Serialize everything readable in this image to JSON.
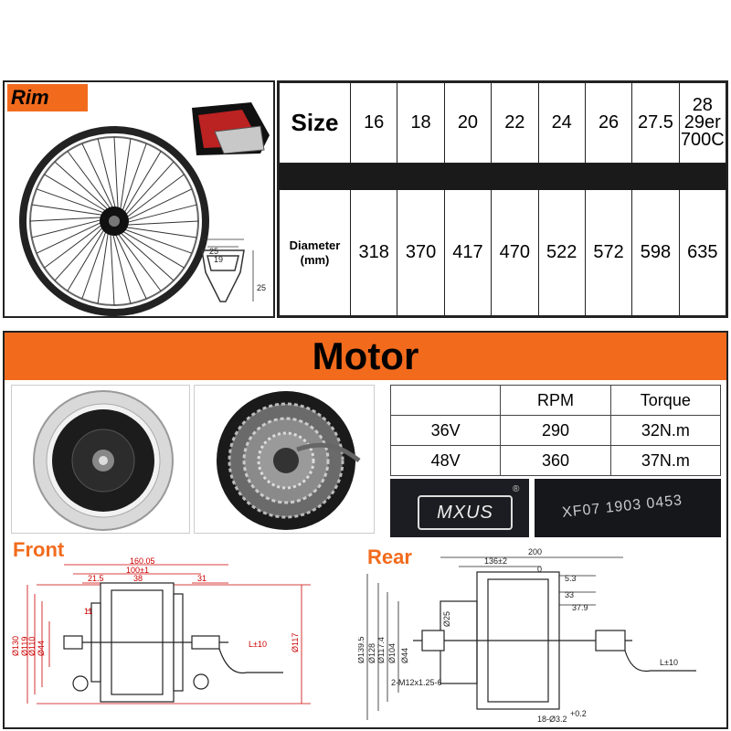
{
  "rim": {
    "label": "Rim",
    "profile_width_outer": "25",
    "profile_width_inner": "19",
    "profile_height": "25"
  },
  "size_table": {
    "size_label": "Size",
    "diameter_label_1": "Diameter",
    "diameter_label_2": "(mm)",
    "sizes": [
      "16",
      "18",
      "20",
      "22",
      "24",
      "26",
      "27.5"
    ],
    "last_size_lines": [
      "28",
      "29er",
      "700C"
    ],
    "diameters": [
      "318",
      "370",
      "417",
      "470",
      "522",
      "572",
      "598",
      "635"
    ]
  },
  "motor": {
    "title": "Motor",
    "headers": [
      "",
      "RPM",
      "Torque"
    ],
    "rows": [
      {
        "voltage": "36V",
        "rpm": "290",
        "torque": "32N.m"
      },
      {
        "voltage": "48V",
        "rpm": "360",
        "torque": "37N.m"
      }
    ],
    "brand": "MXUS",
    "brand_mark": "®",
    "serial": "XF07 1903 0453"
  },
  "front_drawing": {
    "title": "Front",
    "dims_top": [
      "160.05",
      "100±1",
      "21.5",
      "38",
      "31",
      "11"
    ],
    "dims_side": [
      "Ø130",
      "Ø119",
      "Ø110",
      "Ø44",
      "Ø117"
    ],
    "cable": "L±10"
  },
  "rear_drawing": {
    "title": "Rear",
    "dims_top": [
      "200",
      "136±2",
      "0",
      "5.3",
      "33",
      "37.9"
    ],
    "dims_side": [
      "Ø139.5",
      "Ø128",
      "Ø117.4",
      "Ø104",
      "Ø44",
      "Ø25"
    ],
    "thread": "2-M12x1.25-6",
    "bolt": "18-Ø3.2",
    "bolt_tol": "+0.2",
    "cable": "L±10"
  }
}
